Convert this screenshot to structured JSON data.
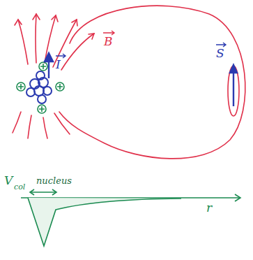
{
  "diagram": {
    "labels": [
      "I",
      "B",
      "S",
      "V",
      "col",
      "nucleus",
      "r"
    ]
  }
}
